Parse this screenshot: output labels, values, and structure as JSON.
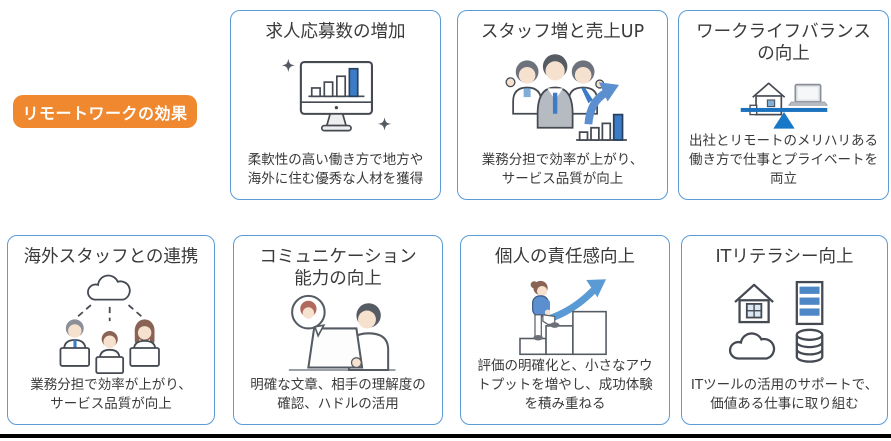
{
  "badge": {
    "label": "リモートワークの効果"
  },
  "colors": {
    "badge_bg": "#F0882F",
    "badge_text": "#FFFFFF",
    "card_border": "#5B9BD5",
    "accent_blue": "#3C7CC6",
    "balance_blue": "#1B72BF",
    "text": "#3A3A3A",
    "rule_black": "#000000"
  },
  "cards": [
    {
      "id": "job-applications",
      "icon": "monitor-bar-chart-icon",
      "title": "求人応募数の増加",
      "description": "柔軟性の高い働き方で地方や\n海外に住む優秀な人材を獲得"
    },
    {
      "id": "staff-sales-up",
      "icon": "team-growth-arrow-icon",
      "title": "スタッフ増と売上UP",
      "description": "業務分担で効率が上がり、\nサービス品質が向上"
    },
    {
      "id": "work-life-balance",
      "icon": "house-laptop-balance-icon",
      "title": "ワークライフバランス\nの向上",
      "description": "出社とリモートのメリハリある\n働き方で仕事とプライベートを\n両立"
    },
    {
      "id": "overseas-staff",
      "icon": "cloud-remote-team-icon",
      "title": "海外スタッフとの連携",
      "description": "業務分担で効率が上がり、\nサービス品質が向上"
    },
    {
      "id": "communication",
      "icon": "video-call-laptop-icon",
      "title": "コミュニケーション\n能力の向上",
      "description": "明確な文章、相手の理解度の\n確認、ハドルの活用"
    },
    {
      "id": "responsibility",
      "icon": "step-up-arrow-icon",
      "title": "個人の責任感向上",
      "description": "評価の明確化と、小さなアウ\nトプットを増やし、成功体験\nを積み重ねる"
    },
    {
      "id": "it-literacy",
      "icon": "it-tools-icon",
      "title": "ITリテラシー向上",
      "description": "ITツールの活用のサポートで、\n価値ある仕事に取り組む"
    }
  ]
}
